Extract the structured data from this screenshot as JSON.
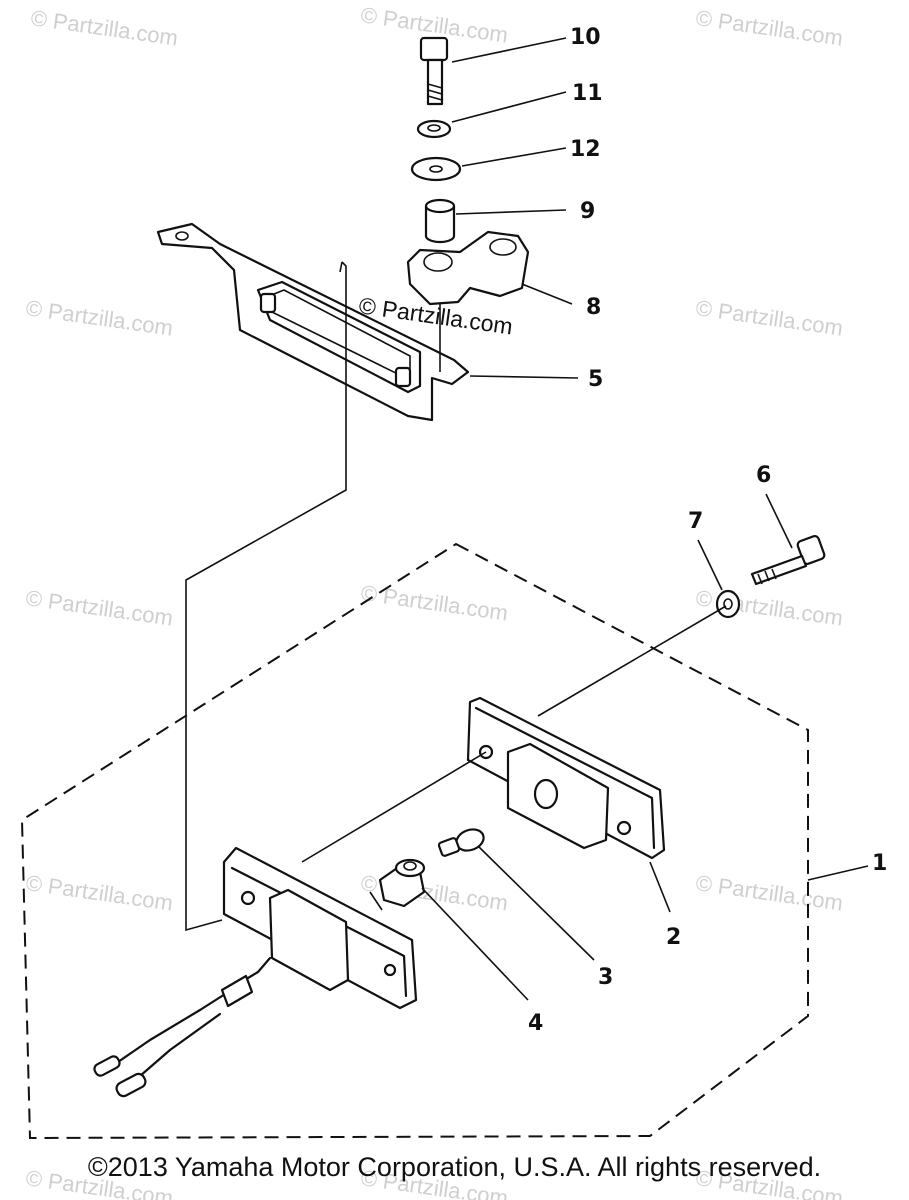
{
  "watermark": "© Partzilla.com",
  "center_watermark": "© Partzilla.com",
  "callouts": [
    "10",
    "11",
    "12",
    "9",
    "8",
    "5",
    "6",
    "7",
    "2",
    "1",
    "3",
    "4"
  ],
  "copyright": "©2013  Yamaha Motor Corporation, U.S.A. All rights reserved."
}
